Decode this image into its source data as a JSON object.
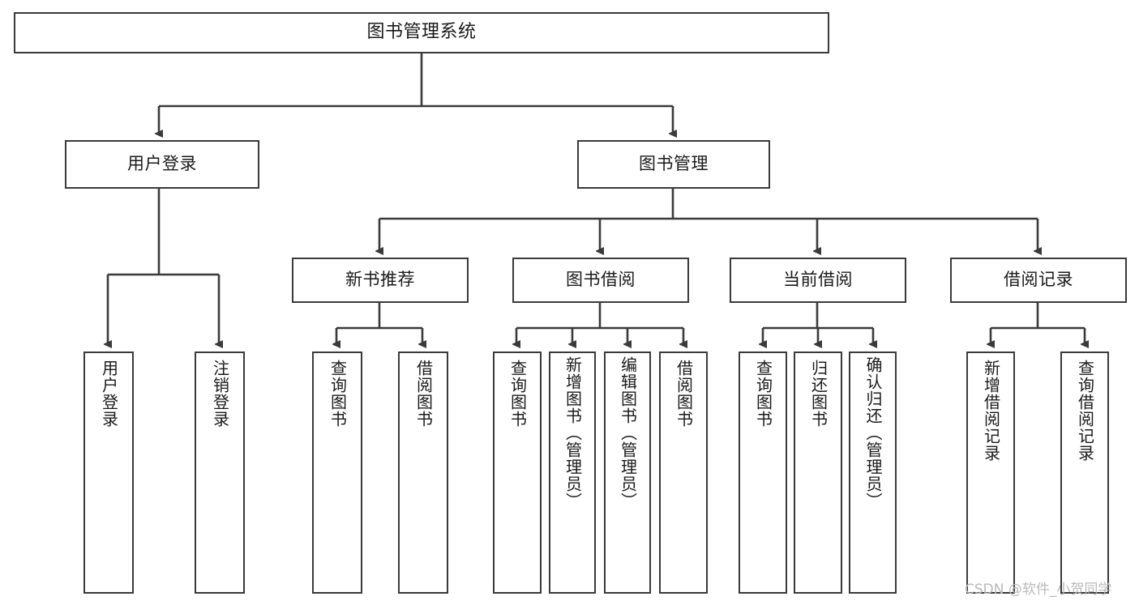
{
  "diagram": {
    "type": "tree-structure-chart",
    "title": "图书管理系统",
    "style": {
      "background": "#ffffff",
      "node_border": "#3a3a3a",
      "node_fill": "#ffffff",
      "edge_color": "#3a3a3a",
      "text_color": "#1a1a1a",
      "watermark_color": "#b9b9b9"
    },
    "root": {
      "label": "图书管理系统"
    },
    "level1": [
      {
        "label": "用户登录"
      },
      {
        "label": "图书管理"
      }
    ],
    "level2": [
      {
        "label": "新书推荐"
      },
      {
        "label": "图书借阅"
      },
      {
        "label": "当前借阅"
      },
      {
        "label": "借阅记录"
      }
    ],
    "leaves": {
      "user_login": [
        {
          "label": "用户登录"
        },
        {
          "label": "注销登录"
        }
      ],
      "new_book_recommend": [
        {
          "label": "查询图书"
        },
        {
          "label": "借阅图书"
        }
      ],
      "book_borrow": [
        {
          "label": "查询图书"
        },
        {
          "label": "新增图书（管理员）"
        },
        {
          "label": "编辑图书（管理员）"
        },
        {
          "label": "借阅图书"
        }
      ],
      "current_borrow": [
        {
          "label": "查询图书"
        },
        {
          "label": "归还图书"
        },
        {
          "label": "确认归还（管理员）"
        }
      ],
      "borrow_record": [
        {
          "label": "新增借阅记录"
        },
        {
          "label": "查询借阅记录"
        }
      ]
    }
  },
  "watermark": {
    "text": "CSDN @软件_小贺同学"
  }
}
